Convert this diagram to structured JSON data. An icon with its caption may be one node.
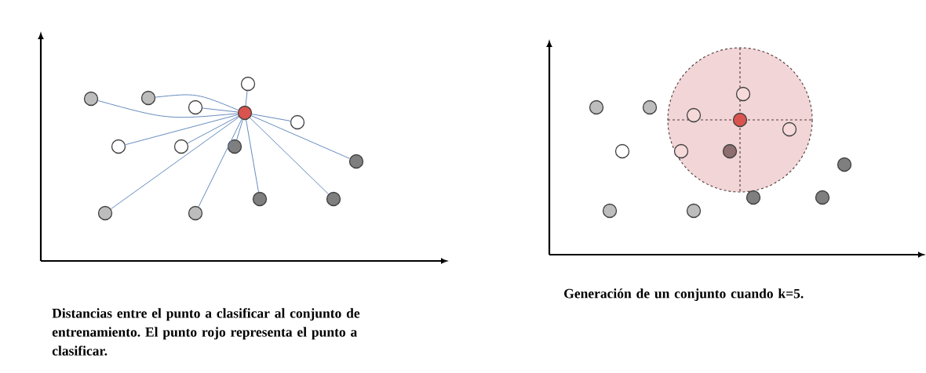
{
  "diagram": {
    "nodes": [
      {
        "text": [],
        "shape": "circle"
      },
      {
        "text": [],
        "shape": "circle"
      },
      {
        "text": [],
        "shape": "circle"
      },
      {
        "text": [],
        "shape": "circle"
      },
      {
        "text": [],
        "shape": "circle"
      },
      {
        "text": [],
        "shape": "circle"
      },
      {
        "text": [],
        "shape": "circle"
      },
      {
        "text": [],
        "shape": "circle"
      },
      {
        "text": [],
        "shape": "circle"
      },
      {
        "text": [],
        "shape": "circle"
      },
      {
        "text": [],
        "shape": "circle"
      },
      {
        "text": [],
        "shape": "circle"
      },
      {
        "text": [],
        "shape": "circle"
      },
      {
        "text": [],
        "shape": "circle"
      },
      {
        "text": [],
        "shape": "circle"
      },
      {
        "text": [],
        "shape": "circle"
      },
      {
        "text": [],
        "shape": "circle"
      },
      {
        "text": [],
        "shape": "circle"
      },
      {
        "text": [],
        "shape": "circle"
      },
      {
        "text": [],
        "shape": "circle"
      },
      {
        "text": [],
        "shape": "circle"
      },
      {
        "text": [],
        "shape": "circle"
      },
      {
        "text": [],
        "shape": "circle"
      },
      {
        "text": [],
        "shape": "circle"
      },
      {
        "text": [],
        "shape": "circle"
      },
      {
        "text": [],
        "shape": "circle"
      },
      {
        "text": [],
        "shape": "circle"
      },
      {
        "text": [],
        "shape": "circle"
      }
    ],
    "edges": [
      {
        "from": 0,
        "to": 1,
        "arrow": "none"
      },
      {
        "from": 0,
        "to": 2,
        "arrow": "none"
      },
      {
        "from": 0,
        "to": 3,
        "arrow": "none"
      },
      {
        "from": 0,
        "to": 4,
        "arrow": "none"
      },
      {
        "from": 0,
        "to": 5,
        "arrow": "none"
      },
      {
        "from": 0,
        "to": 6,
        "arrow": "none"
      },
      {
        "from": 0,
        "to": 7,
        "arrow": "none"
      },
      {
        "from": 0,
        "to": 8,
        "arrow": "none"
      },
      {
        "from": 0,
        "to": 9,
        "arrow": "none"
      },
      {
        "from": 0,
        "to": 10,
        "arrow": "none"
      },
      {
        "from": 0,
        "to": 11,
        "arrow": "none"
      },
      {
        "from": 0,
        "to": 12,
        "arrow": "none"
      },
      {
        "from": 0,
        "to": 13,
        "arrow": "none"
      }
    ],
    "labels": [
      "Distancias entre el punto a clasificar al conjunto de entrenamiento. El punto rojo representa el punto a clasificar.",
      "Generación de un conjunto cuando k=5."
    ]
  }
}
